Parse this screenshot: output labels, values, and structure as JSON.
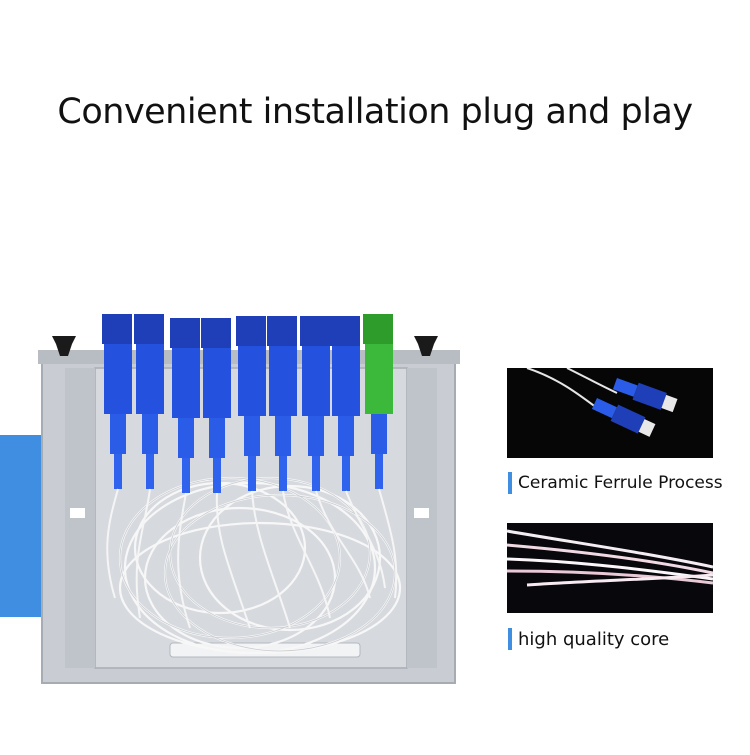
{
  "headline": "Convenient installation plug and play",
  "features": [
    {
      "caption": "Ceramic Ferrule Process",
      "image": "sc-fiber-connectors-photo"
    },
    {
      "caption": "high quality core",
      "image": "optical-fiber-strands-photo"
    }
  ],
  "colors": {
    "accent_blue": "#3f8ee2",
    "connector_blue": "#1f4fd8",
    "connector_green": "#3cb83a",
    "housing_gray": "#c9ccd2"
  }
}
